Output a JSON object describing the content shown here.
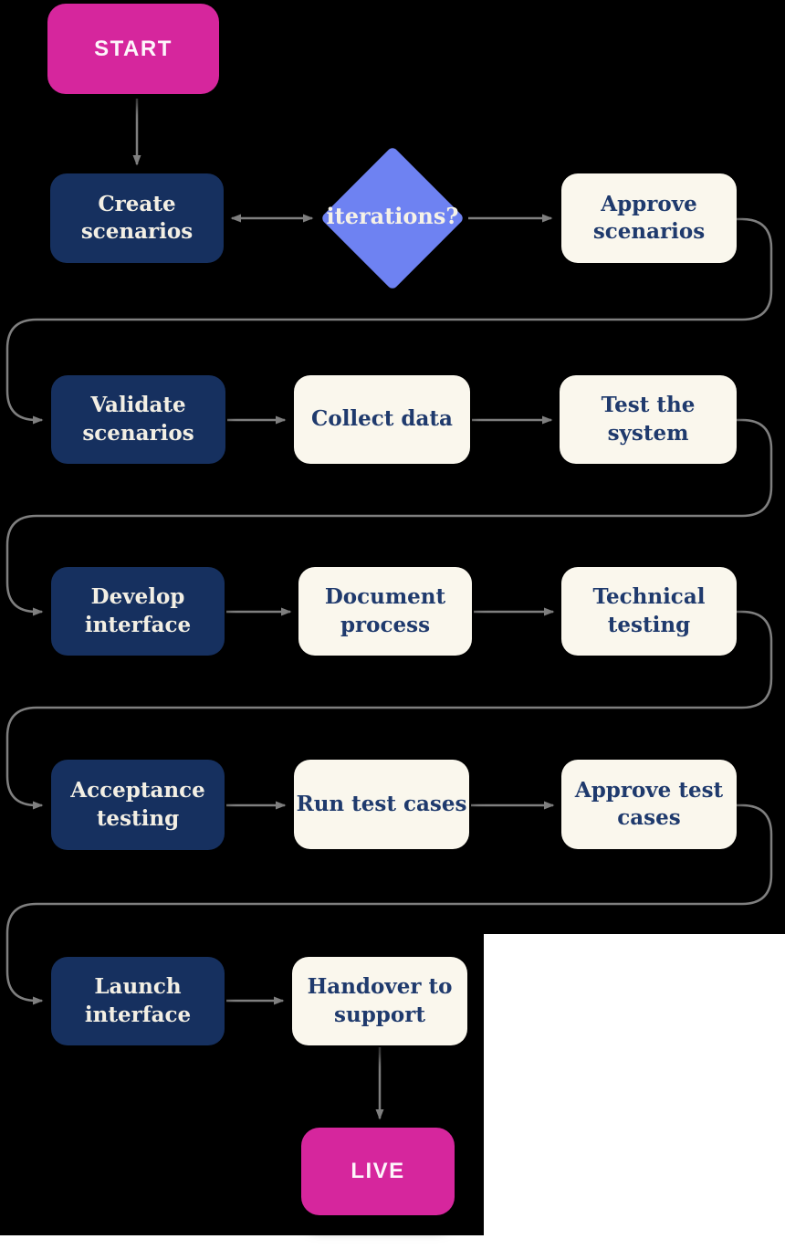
{
  "diagram": {
    "title": "delivery process flowchart",
    "background_color": "#000000",
    "white_patch_color": "#ffffff",
    "arrow_color": "#7f7f7f",
    "colors": {
      "terminal_fill": "#d6269d",
      "primary_fill": "#16305f",
      "secondary_fill": "#faf7ed",
      "decision_fill": "#6e82f2",
      "light_text": "#f3efe4",
      "dark_text": "#1f3a6d",
      "terminal_text": "#fdf5fb"
    }
  },
  "nodes": {
    "start": {
      "label": "START",
      "type": "terminal"
    },
    "create_scenarios": {
      "label": "Create\nscenarios",
      "type": "step-primary"
    },
    "iterations": {
      "label": "iterations?",
      "type": "decision"
    },
    "approve_scenarios": {
      "label": "Approve\nscenarios",
      "type": "step-secondary"
    },
    "validate_scenarios": {
      "label": "Validate\nscenarios",
      "type": "step-primary"
    },
    "collect_data": {
      "label": "Collect data",
      "type": "step-secondary"
    },
    "test_system": {
      "label": "Test the\nsystem",
      "type": "step-secondary"
    },
    "develop_interface": {
      "label": "Develop\ninterface",
      "type": "step-primary"
    },
    "document_process": {
      "label": "Document\nprocess",
      "type": "step-secondary"
    },
    "technical_testing": {
      "label": "Technical\ntesting",
      "type": "step-secondary"
    },
    "acceptance_testing": {
      "label": "Acceptance\ntesting",
      "type": "step-primary"
    },
    "run_test_cases": {
      "label": "Run test cases",
      "type": "step-secondary"
    },
    "approve_test_cases": {
      "label": "Approve test\ncases",
      "type": "step-secondary"
    },
    "launch_interface": {
      "label": "Launch\ninterface",
      "type": "step-primary"
    },
    "handover_support": {
      "label": "Handover to\nsupport",
      "type": "step-secondary"
    },
    "live": {
      "label": "LIVE",
      "type": "terminal"
    }
  },
  "edges": [
    {
      "from": "start",
      "to": "create_scenarios",
      "style": "arrow-down"
    },
    {
      "from": "create_scenarios",
      "to": "iterations",
      "style": "double-headed-arrow"
    },
    {
      "from": "iterations",
      "to": "approve_scenarios",
      "style": "arrow-right"
    },
    {
      "from": "approve_scenarios",
      "to": "validate_scenarios",
      "style": "wrap-around-arrow"
    },
    {
      "from": "validate_scenarios",
      "to": "collect_data",
      "style": "arrow-right"
    },
    {
      "from": "collect_data",
      "to": "test_system",
      "style": "arrow-right"
    },
    {
      "from": "test_system",
      "to": "develop_interface",
      "style": "wrap-around-arrow"
    },
    {
      "from": "develop_interface",
      "to": "document_process",
      "style": "arrow-right"
    },
    {
      "from": "document_process",
      "to": "technical_testing",
      "style": "arrow-right"
    },
    {
      "from": "technical_testing",
      "to": "acceptance_testing",
      "style": "wrap-around-arrow"
    },
    {
      "from": "acceptance_testing",
      "to": "run_test_cases",
      "style": "arrow-right"
    },
    {
      "from": "run_test_cases",
      "to": "approve_test_cases",
      "style": "arrow-right"
    },
    {
      "from": "approve_test_cases",
      "to": "launch_interface",
      "style": "wrap-around-arrow"
    },
    {
      "from": "launch_interface",
      "to": "handover_support",
      "style": "arrow-right"
    },
    {
      "from": "handover_support",
      "to": "live",
      "style": "arrow-down"
    }
  ]
}
